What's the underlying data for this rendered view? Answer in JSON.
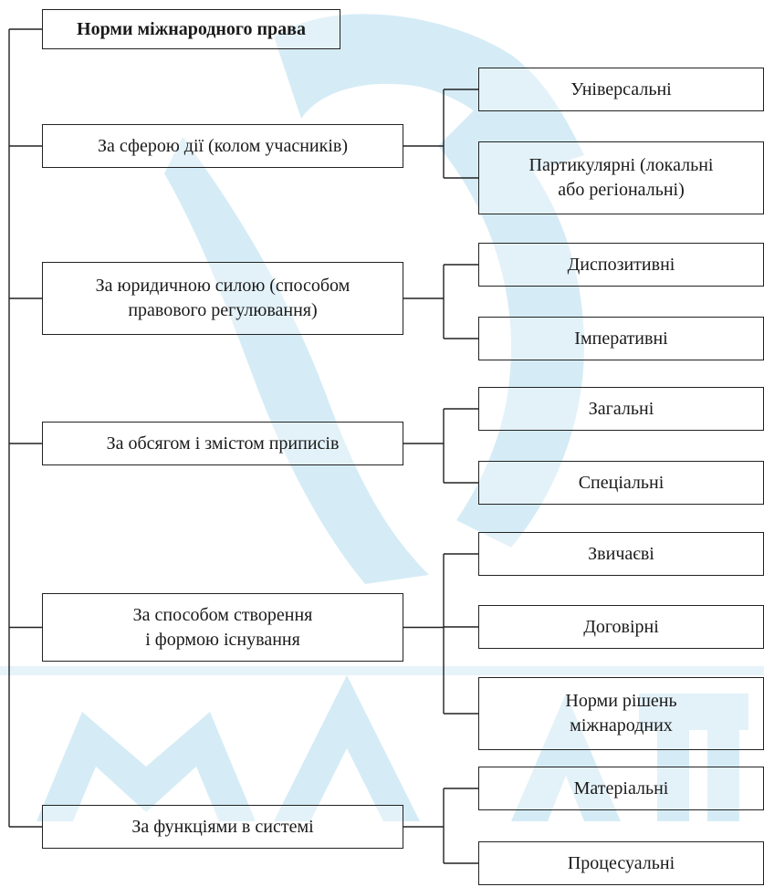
{
  "colors": {
    "line": "#222222",
    "watermark": "#d5ecf6"
  },
  "root": {
    "label": "Норми міжнародного права"
  },
  "groups": [
    {
      "label": "За сферою дії (колом учасників)",
      "items": [
        "Універсальні",
        "Партикулярні (локальні\nабо регіональні)"
      ]
    },
    {
      "label": "За юридичною силою (способом\nправового регулювання)",
      "items": [
        "Диспозитивні",
        "Імперативні"
      ]
    },
    {
      "label": "За обсягом і змістом приписів",
      "items": [
        "Загальні",
        "Спеціальні"
      ]
    },
    {
      "label": "За способом створення\nі формою існування",
      "items": [
        "Звичаєві",
        "Договірні",
        "Норми рішень\nміжнародних"
      ]
    },
    {
      "label": "За функціями в системі",
      "items": [
        "Матеріальні",
        "Процесуальні"
      ]
    }
  ]
}
